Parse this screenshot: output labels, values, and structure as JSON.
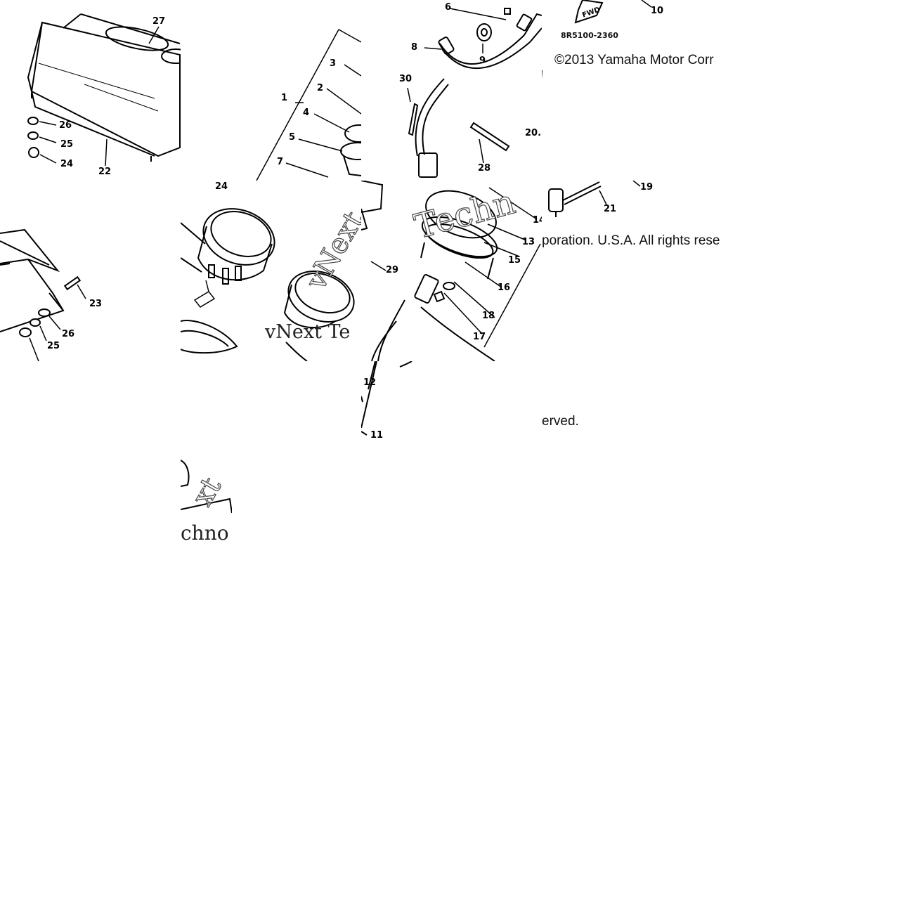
{
  "header": {
    "code": "8R5100-2360",
    "fwd_tag": "FWD"
  },
  "copyright": {
    "line1": "©2013 Yamaha Motor Corr",
    "line2": "poration. U.S.A. All rights rese",
    "line3": "erved."
  },
  "watermark": {
    "a": "Techn",
    "b": "vNext Te",
    "c": "vNext",
    "d": "xt",
    "e": "chno"
  },
  "callouts": {
    "p1": "1",
    "p2": "2",
    "p3": "3",
    "p4": "4",
    "p5": "5",
    "p6": "6",
    "p7": "7",
    "p8": "8",
    "p9": "9",
    "p10": "10",
    "p11": "11",
    "p12": "12",
    "p13": "13",
    "p14": "14",
    "p15": "15",
    "p16": "16",
    "p17": "17",
    "p18": "18",
    "p19": "19",
    "p20": "20.",
    "p21": "21",
    "p22": "22",
    "p23": "23",
    "p24a": "24",
    "p24b": "24",
    "p25a": "25",
    "p25b": "25",
    "p26a": "26",
    "p26b": "26",
    "p27": "27",
    "p28": "28",
    "p29": "29",
    "p30": "30"
  },
  "colors": {
    "line": "#000000",
    "background": "#ffffff"
  }
}
